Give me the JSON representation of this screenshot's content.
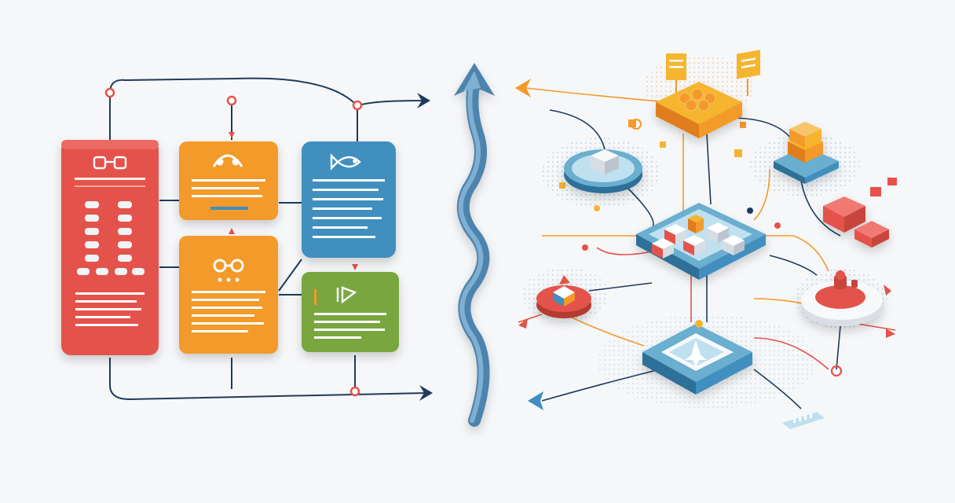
{
  "colors": {
    "background": "#f6f7f9",
    "red": "#e4524b",
    "orange": "#f39a2b",
    "blue": "#3f8fbf",
    "green": "#7aa640",
    "navy": "#1f3a5c",
    "arrow": "#5b93bf",
    "node_blue": "#6aaed0",
    "light_blue": "#bfe0ef",
    "yellow": "#f5b52e",
    "white": "#ffffff"
  },
  "left_panel": {
    "cards": [
      {
        "id": "red-card",
        "color": "red",
        "icon": "glasses-icon"
      },
      {
        "id": "orange-card-top",
        "color": "orange",
        "icon": "arch-icon"
      },
      {
        "id": "orange-card-bottom",
        "color": "orange",
        "icon": "binoculars-icon"
      },
      {
        "id": "blue-card",
        "color": "blue",
        "icon": "fish-icon"
      },
      {
        "id": "green-card",
        "color": "green",
        "icon": "kite-icon"
      }
    ]
  },
  "divider": {
    "icon": "wavy-up-arrow-icon"
  },
  "right_panel": {
    "nodes": [
      {
        "id": "top-hub",
        "icon": "honeycomb-icon"
      },
      {
        "id": "central-platform",
        "icon": "cube-grid-icon"
      },
      {
        "id": "left-disc",
        "icon": "cube-icon"
      },
      {
        "id": "right-stack",
        "icon": "stacked-blocks-icon"
      },
      {
        "id": "bottom-hub",
        "icon": "star-icon"
      },
      {
        "id": "red-disc-left",
        "icon": "pie-chart-icon"
      },
      {
        "id": "red-disc-right",
        "icon": "pawn-icon"
      },
      {
        "id": "red-blocks",
        "icon": "block-icon"
      }
    ]
  }
}
